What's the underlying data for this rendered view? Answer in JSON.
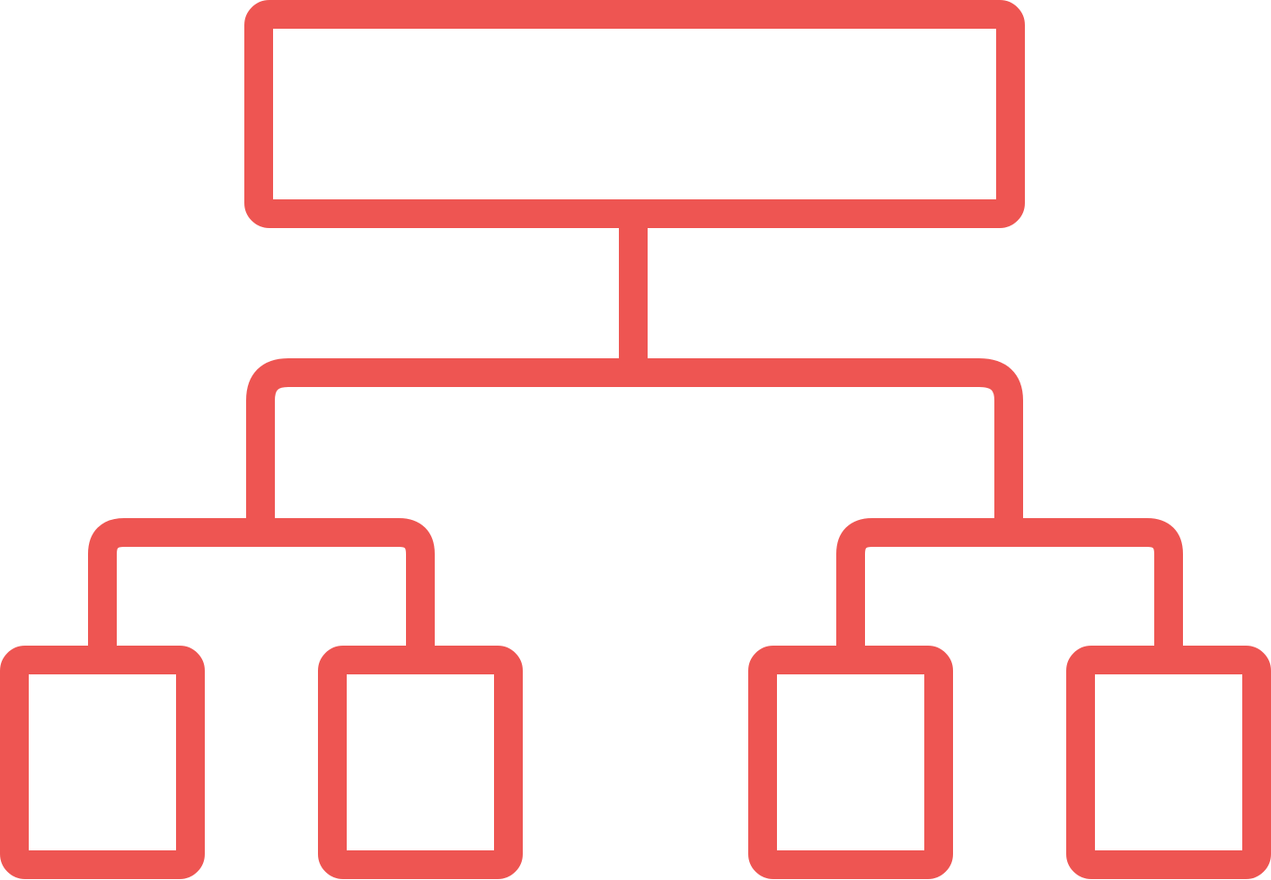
{
  "diagram": {
    "type": "hierarchy-icon",
    "icon_name": "hierarchy-icon",
    "stroke_color": "#EE5552",
    "background_color": "#FFFFFF",
    "levels": [
      {
        "level": 1,
        "node_count": 1
      },
      {
        "level": 2,
        "node_count": 2,
        "shown_as": "branch-connectors"
      },
      {
        "level": 3,
        "node_count": 4
      }
    ]
  }
}
